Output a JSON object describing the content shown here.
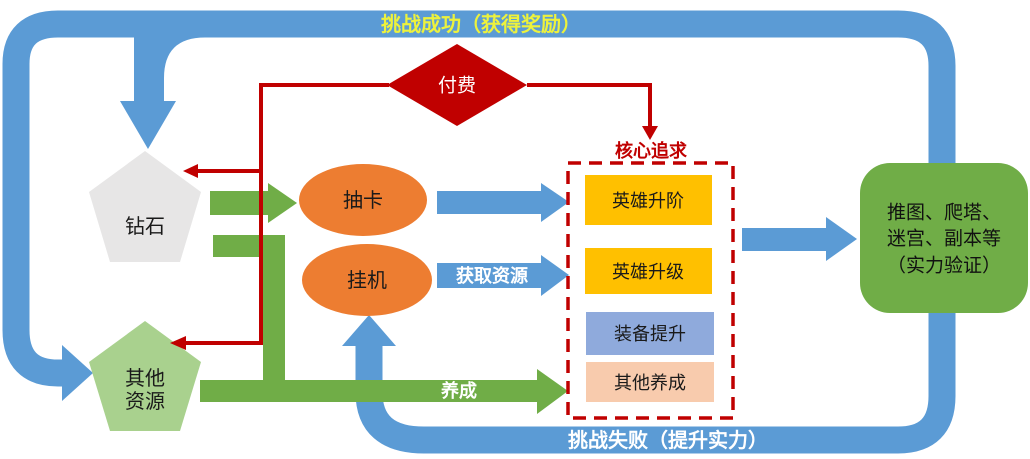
{
  "colors": {
    "blue": "#5b9bd5",
    "green": "#70ad47",
    "light_green": "#a9d18e",
    "gray": "#e7e6e6",
    "orange": "#ed7d31",
    "red": "#c00000",
    "yellow": "#ffc000",
    "light_blue": "#8faadc",
    "peach": "#f8cbad",
    "band_text_yellow": "#edf23c",
    "white": "#ffffff"
  },
  "bands": {
    "success": {
      "label": "挑战成功（获得奖励）"
    },
    "fail": {
      "label": "挑战失败（提升实力）"
    },
    "acquire": {
      "label": "获取资源"
    },
    "cultivate": {
      "label": "养成"
    }
  },
  "nodes": {
    "pay": {
      "label": "付费"
    },
    "diamond": {
      "label": "钻石"
    },
    "other_res": {
      "lines": [
        "其他",
        "资源"
      ]
    },
    "draw_card": {
      "label": "抽卡"
    },
    "idle": {
      "label": "挂机"
    },
    "core_pursuit": {
      "label": "核心追求"
    },
    "hero_tier": {
      "label": "英雄升阶"
    },
    "hero_level": {
      "label": "英雄升级"
    },
    "equip": {
      "label": "装备提升"
    },
    "other_cult": {
      "label": "其他养成"
    },
    "verify": {
      "lines": [
        "推图、爬塔、",
        "迷宫、副本等",
        "（实力验证）"
      ]
    }
  }
}
